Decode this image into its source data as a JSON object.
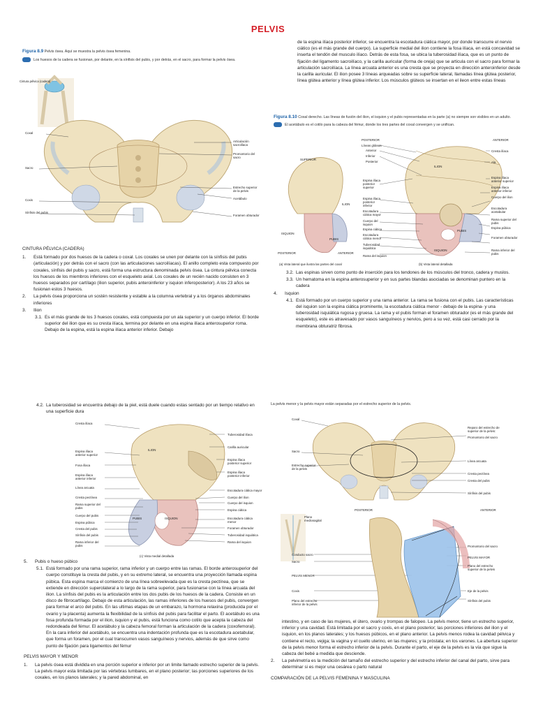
{
  "page": {
    "title": "PELVIS"
  },
  "fig89": {
    "label": "Figura 8.9",
    "caption": "Pelvis ósea. Aquí se muestra la pelvis ósea femenina.",
    "note": "Los huesos de la cadera se fusionan, por delante, en la sínfisis del pubis, y por detrás, en el sacro, para formar la pelvis ósea.",
    "inset_label": "Cintura pélvica (cadera)",
    "labels": {
      "coxal": "Coxal",
      "sacro": "Sacro",
      "coxis": "Coxis",
      "sinfisis": "Sínfisis del pubis",
      "art_sacroiliaca": "Articulación sacroilíaca",
      "promontorio": "Promontorio del sacro",
      "estrecho": "Estrecho superior de la pelvis",
      "acetabulo": "Acetábulo",
      "foramen": "Foramen obturador"
    }
  },
  "leftcol1": {
    "heading": "CINTURA PÉLVICA (CADERA)",
    "items": [
      {
        "n": "1.",
        "t": "Está formado por dos huesos de la cadera o coxal. Los coxales se unen por delante con la sínfisis del pubis (articulación) y por detrás con el sacro (con las articulaciones sacroilíacas). El anillo completo esta compuesto por coxales, sínfisis del pubis y sacro, está forma una estructura denominada pelvis ósea. La cintura pélvica conecta los huesos de los miembros inferiores con el esqueleto axial. Los coxales de un recién nacido consisten en 3 huesos separados por cartílago (ilion superior, pubis anteroinferior y isquion inferoposterior). A los 23 años se fusionan estos 3 huesos."
      },
      {
        "n": "2.",
        "t": "La pelvis ósea proporciona un sostén resistente y estable a la columna vertebral y a los órganos abdominales inferiores"
      },
      {
        "n": "3.",
        "t": "Ilion"
      }
    ],
    "sub": [
      {
        "n": "3.1.",
        "t": "Es el más grande de los 3 huesos coxales, está compuesta por un ala superior y un cuerpo inferior. El borde superior del ilion que es su cresta ilíaca, termina por delante en una espina ilíaca anterosuperior roma. Debajo de la espina, está la espina ilíaca anterior inferior. Debajo"
      }
    ]
  },
  "rightcol1": {
    "text": "de la espina ilíaca posterior inferior, se encuentra la escotadura ciática mayor, por donde transcurre el nervio ciático (es el más grande del cuerpo). La superficie medial del ilion contiene la fosa ilíaca, en está concavidad se inserta el tendón del musculo ilíaco. Detrás de esta fosa, se ubica la tuberosidad ilíaca, que es un punto de fijación del ligamento sacroilíaco, y la carilla auricular (forma de oreja) que se articula con el sacro para formar la articulación sacroilíaca. La línea arcuata anterior es una cresta que se proyecta en dirección anteroinferior desde la carilla auricular. El ilion posee 3 líneas arqueadas sobre su superficie lateral, llamadas línea glútea posterior, línea glútea anterior y línea glútea inferior. Los músculos glúteos se insertan en el ileon entre estas líneas"
  },
  "fig810": {
    "label": "Figura 8.10",
    "caption": "Coxal derecho. Las líneas de fusión del ilion, el isquion y el pubis representadas en la parte (a) no siempre son visibles en un adulto.",
    "note": "El acetábulo es el cotilo para la cabeza del fémur, donde los tres partes del coxal convergen y se unifican.",
    "sub_a": "(a) Vista lateral que ilustra las partes del coxal",
    "sub_b": "(b) Vista lateral detallada",
    "labels": {
      "superior": "SUPERIOR",
      "ilion": "ILION",
      "isquion": "ISQUION",
      "pubis": "PUBIS",
      "posterior": "POSTERIOR",
      "anterior": "ANTERIOR",
      "posterior_b": "POSTERIOR",
      "anterior_b": "ANTERIOR",
      "lineas_gluteas": "Líneas glúteas",
      "anterior_l": "Anterior",
      "inferior_l": "Inferior",
      "posterior_l": "Posterior",
      "ilion_b": "ILION",
      "pubis_b": "PUBIS",
      "isquion_b": "ISQUION",
      "espina_post_sup": "Espina ilíaca posterior superior",
      "espina_post_inf": "Espina ilíaca posterior inferior",
      "escotadura_mayor": "Escotadura ciática mayor",
      "cuerpo_isquion": "Cuerpo del isquion",
      "espina_ciatica": "Espina ciática",
      "escotadura_menor": "Escotadura ciática menor",
      "tuberosidad": "Tuberosidad isquiática",
      "rama_isquion": "Rama del isquion",
      "cresta_iliaca": "Cresta ilíaca",
      "ala": "Ala",
      "espina_ant_sup": "Espina ilíaca anterior superior",
      "espina_ant_inf": "Espina ilíaca anterior inferior",
      "cuerpo_ilion": "Cuerpo del ilion",
      "escotadura_acet": "Escotadura acetabular",
      "rama_sup_pubis": "Rama superior del pubis",
      "espina_pubica": "Espina púbica",
      "foramen_obt": "Foramen obturador",
      "rama_inf_pubis": "Rama inferior del pubis"
    }
  },
  "rightcol1b": {
    "items": [
      {
        "n": "3.2.",
        "t": "Las espinas sirven como punto de inserción para los tendones de los músculos del tronco, cadera y muslos."
      },
      {
        "n": "3.3.",
        "t": "Un hematoma en la espina anterosuperior y en sus partes blandas asociadas se denominan puntero en la cadera"
      }
    ],
    "item4": {
      "n": "4.",
      "t": "Isquion"
    },
    "sub4": {
      "n": "4.1.",
      "t": "Está formado por un cuerpo superior y una rama anterior. La rama se fusiona con el pubis. Las características del isquion son la espina ciática prominente, la escotadura ciática menor - debajo de la espina- y una tuberosidad isquiática rugosa y gruesa. La rama y el pubis forman el foramen obturador (es el más grande del esqueleto), este es atravesado por vasos sanguíneos y nervios, pero a su vez, está casi cerrado por la membrana obturatriz fibrosa."
    }
  },
  "leftcol2": {
    "sub42": {
      "n": "4.2.",
      "t": "La tuberosidad se encuentra debajo de la piel, está duele cuando estas sentado por un tiempo relativo en una superficie dura"
    },
    "fig_sub": "(c) Vista medial detallada",
    "labels": {
      "cresta_iliaca": "Cresta ilíaca",
      "espina_ant_sup": "Espina ilíaca anterior superior",
      "fosa_iliaca": "Fosa ilíaca",
      "espina_ant_inf": "Espina ilíaca anterior inferior",
      "linea_arcuata": "Línea arcuata",
      "cresta_pectinea": "Cresta pectínea",
      "rama_sup_pubis": "Rama superior del pubis",
      "cuerpo_pubis": "Cuerpo del pubis",
      "espina_pubica": "Espina púbica",
      "cresta_pubis": "Cresta del pubis",
      "sinfisis": "Sínfisis del pubis",
      "rama_inf_pubis": "Rama inferior del pubis",
      "ilion": "ILION",
      "pubis": "PUBIS",
      "isquion": "ISQUION",
      "tuberosidad_iliaca": "Tuberosidad ilíaca",
      "carilla": "Carilla auricular",
      "espina_post_sup": "Espina ilíaca posterior superior",
      "espina_post_inf": "Espina ilíaca posterior inferior",
      "escotadura_mayor": "Escotadura ciática mayor",
      "cuerpo_ilion": "Cuerpo del ilion",
      "cuerpo_isquion": "Cuerpo del isquion",
      "espina_ciatica": "Espina ciática",
      "escotadura_menor": "Escotadura ciática menor",
      "foramen": "Foramen obturador",
      "tuberosidad_isq": "Tuberosidad isquiática",
      "rama_isquion": "Rama del isquion"
    },
    "item5": {
      "n": "5.",
      "t": "Pubis o hueso púbico"
    },
    "sub51": {
      "n": "5.1.",
      "t": "Está formado por una rama superior, rama inferior y un cuerpo entre las ramas. El borde anterosuperior del cuerpo constituye la cresta del pubis, y en su extremo lateral, se encuentra una proyección llamada espina púbica. Esta espina marca el comienzo de una línea sobreelevada que es la cresta pectínea, que se extiende en dirección superolateral a lo largo de la rama superior, para fusionarse con la línea arcuata del ilion. La sínfisis del pubis es la articulación entre los dos pubis de los huesos de la cadera. Consiste en un disco de fibrocartílago. Debajo de esta articulación, las ramas inferiores de los huesos del pubis, convergen para formar el arco del pubis. En las ultimas etapas de un embarazo, la hormona relaxina (producida por el ovario y la placenta) aumenta la flexibilidad de la sínfisis del pubis para facilitar el parto. El acetábulo es una fosa profunda formada por el ilion, isquion y el pubis, está funciona como cotilo que acepta la cabeza del redondeada del fémur. El acetábulo y la cabeza femoral forman la articulación de la cadera (coxofemoral). En la cara inferior del acetábulo, se encuentra una indentación profunda que es la escotadura acetabular, que forma un foramen, por el cual transcurren vasos sanguíneos y nervios, además de que sirve como punto de fijación para ligamentos del fémur"
    },
    "heading2": "PELVIS MAYOR Y MENOR",
    "item1": {
      "n": "1.",
      "t": "La pelvis ósea está dividida en una porción superior e inferior por un limite llamado estrecho superior de la pelvis. La pelvis mayor esta limitada por las vértebras lumbares, en el plano posterior; las porciones superiores de los coxales, en los planos laterales; y la pared abdominal, en"
    }
  },
  "fig_r2": {
    "caption": "La pelvis menor y la pelvis mayor están separadas por el estrecho superior de la pelvis.",
    "labels": {
      "coxal": "Coxal",
      "sacro": "Sacro",
      "estrecho_sup": "Estrecho superior de la pelvis",
      "reparo": "Reparo del estrecho de superior de la pelvis:",
      "promontorio": "Promontorio del sacro",
      "linea_arcuata": "Línea arcuata",
      "cresta_pectinea": "Cresta pectínea",
      "cresta_pubis": "Cresta del pubis",
      "sinfisis": "Sínfisis del pubis",
      "posterior": "POSTERIOR",
      "anterior": "ANTERIOR",
      "plano_medio": "Plano mediosagital",
      "conducto_sacro": "Conducto sacro",
      "sacro2": "Sacro",
      "pelvis_menor": "PELVIS MENOR",
      "coxis": "Coxis",
      "plano_inf": "Plano del estrecho inferior de la pelvis",
      "promontorio2": "Promontorio del sacro",
      "pelvis_mayor": "PELVIS MAYOR",
      "plano_sup": "Plano del estrecho superior de la pelvis",
      "eje": "Eje de la pelvis",
      "sinfisis2": "Sínfisis del pubis"
    }
  },
  "rightcol2": {
    "cont": "intestino, y en caso de las mujeres, el útero, ovario y trompas de falopeo. La pelvis menor, tiene un estrecho superior, inferior y una cavidad. Está limitada por el sacro y coxis, en el plano posterior; las porciones inferiores del ilion y el isquion, en los planos laterales; y los huesos púbicos, en el plano anterior. La pelvis menos rodea la cavidad pélvica y contiene el recto, vejiga; la vagina y el cuello uterino, en las mujeres; y la próstata; en los varones. La abertura superior de la pelvis menor forma el estrecho inferior de la pelvis. Durante el parto, el eje de la pelvis es la vía que sigue la cabeza del bebé a medida que desciende.",
    "item2": {
      "n": "2.",
      "t": "La pelvimetría es la medición del tamaño del estrecho superior y del estrecho inferior del canal del parto, sirve para determinar si es mejor una cesárea o parto natural"
    },
    "heading3": "COMPARACIÓN DE LA PELVIS FEMENINA Y MASCULINA"
  }
}
